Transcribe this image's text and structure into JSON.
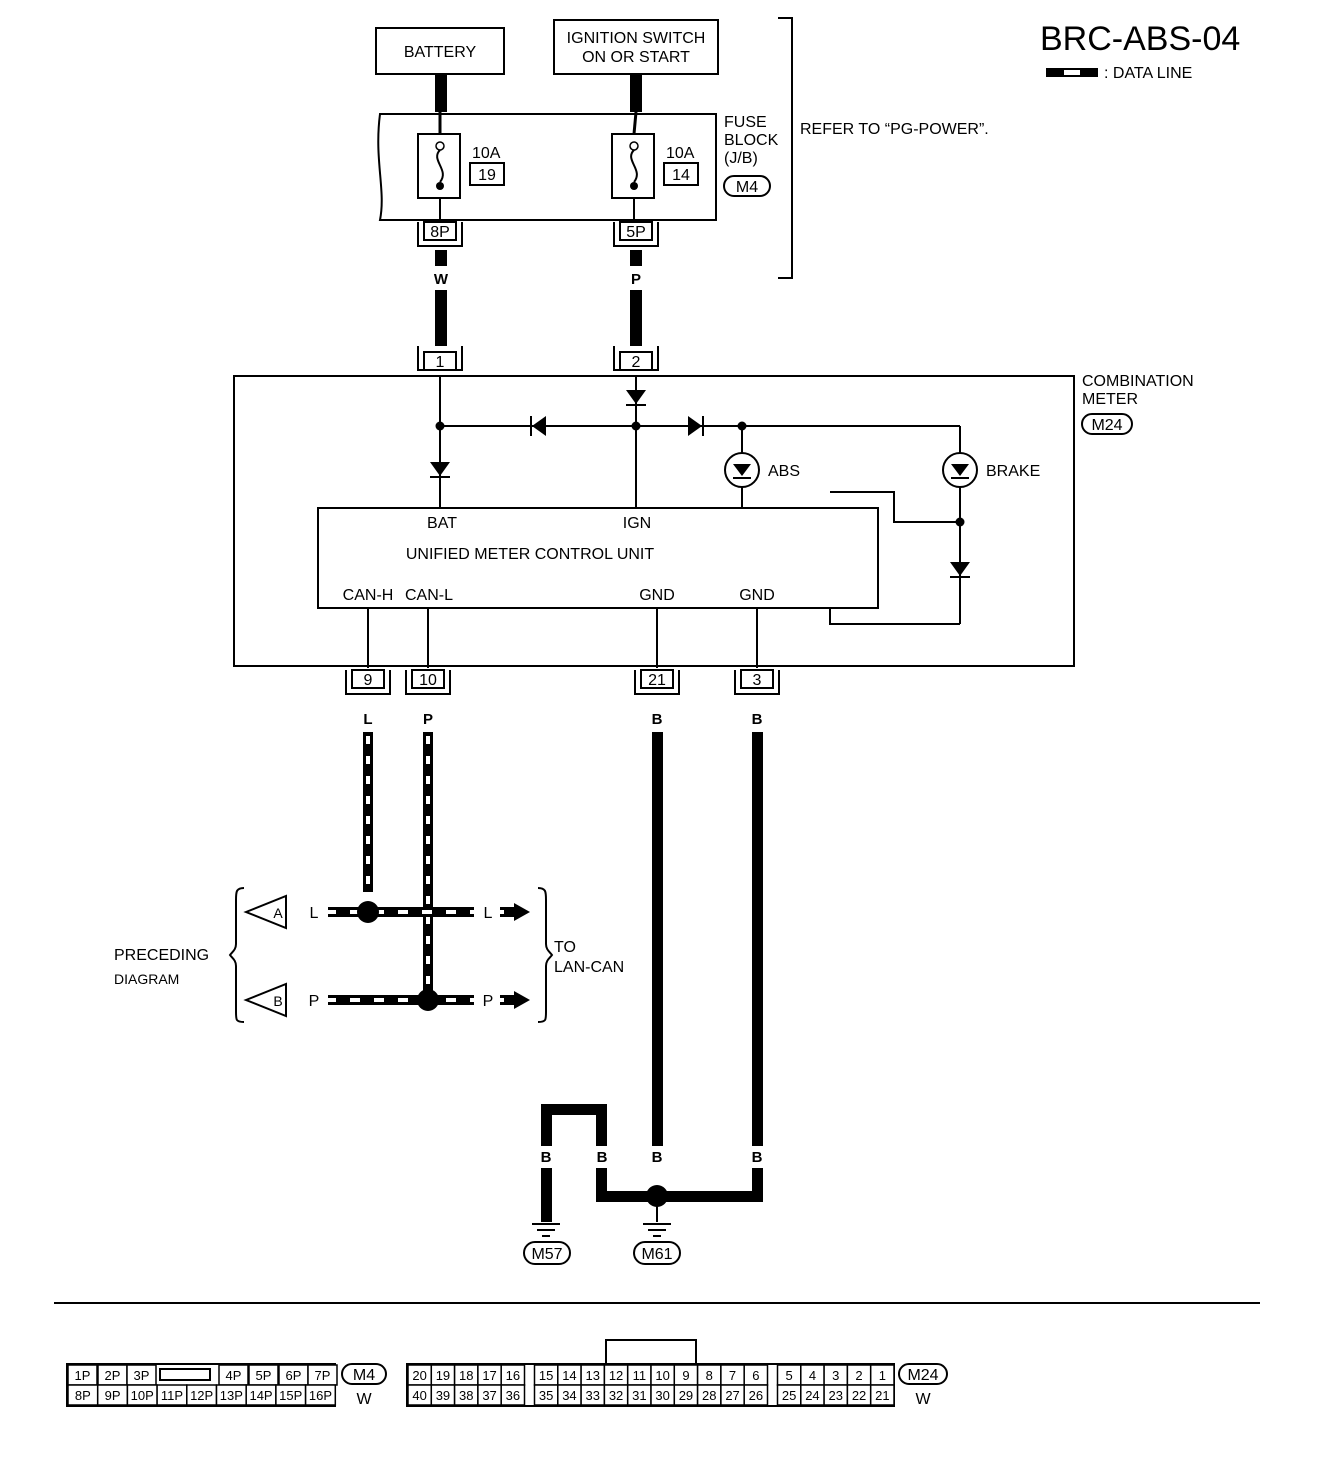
{
  "title": "BRC-ABS-04",
  "legend": ": DATA LINE",
  "battery": "BATTERY",
  "ign_line1": "IGNITION SWITCH",
  "ign_line2": "ON OR START",
  "fuse_block": {
    "label1": "FUSE",
    "label2": "BLOCK",
    "label3": "(J/B)",
    "connector": "M4",
    "fuse1_rating": "10A",
    "fuse1_no": "19",
    "fuse2_rating": "10A",
    "fuse2_no": "14",
    "pin1": "8P",
    "pin2": "5P"
  },
  "refer": "REFER TO “PG-POWER”.",
  "wires": {
    "w": "W",
    "p": "P",
    "l": "L",
    "b": "B"
  },
  "meter": {
    "label1": "COMBINATION",
    "label2": "METER",
    "connector": "M24",
    "pin1": "1",
    "pin2": "2",
    "abs": "ABS",
    "brake": "BRAKE",
    "unit": "UNIFIED METER CONTROL UNIT",
    "bat": "BAT",
    "ign": "IGN",
    "canh": "CAN-H",
    "canl": "CAN-L",
    "gnd": "GND",
    "pin9": "9",
    "pin10": "10",
    "pin21": "21",
    "pin3": "3"
  },
  "preceding1": "PRECEDING",
  "preceding2": "DIAGRAM",
  "to1": "TO",
  "to2": "LAN-CAN",
  "arrow_a": "A",
  "arrow_b": "B",
  "ground1": "M57",
  "ground2": "M61",
  "connectors": {
    "m4_top": [
      "1P",
      "2P",
      "3P",
      "4P",
      "5P",
      "6P",
      "7P"
    ],
    "m4_bottom": [
      "8P",
      "9P",
      "10P",
      "11P",
      "12P",
      "13P",
      "14P",
      "15P",
      "16P"
    ],
    "m4_label": "M4",
    "m4_color": "W",
    "m24_top": [
      "20",
      "19",
      "18",
      "17",
      "16",
      "15",
      "14",
      "13",
      "12",
      "11",
      "10",
      "9",
      "8",
      "7",
      "6",
      "5",
      "4",
      "3",
      "2",
      "1"
    ],
    "m24_bottom": [
      "40",
      "39",
      "38",
      "37",
      "36",
      "35",
      "34",
      "33",
      "32",
      "31",
      "30",
      "29",
      "28",
      "27",
      "26",
      "25",
      "24",
      "23",
      "22",
      "21"
    ],
    "m24_label": "M24",
    "m24_color": "W"
  }
}
